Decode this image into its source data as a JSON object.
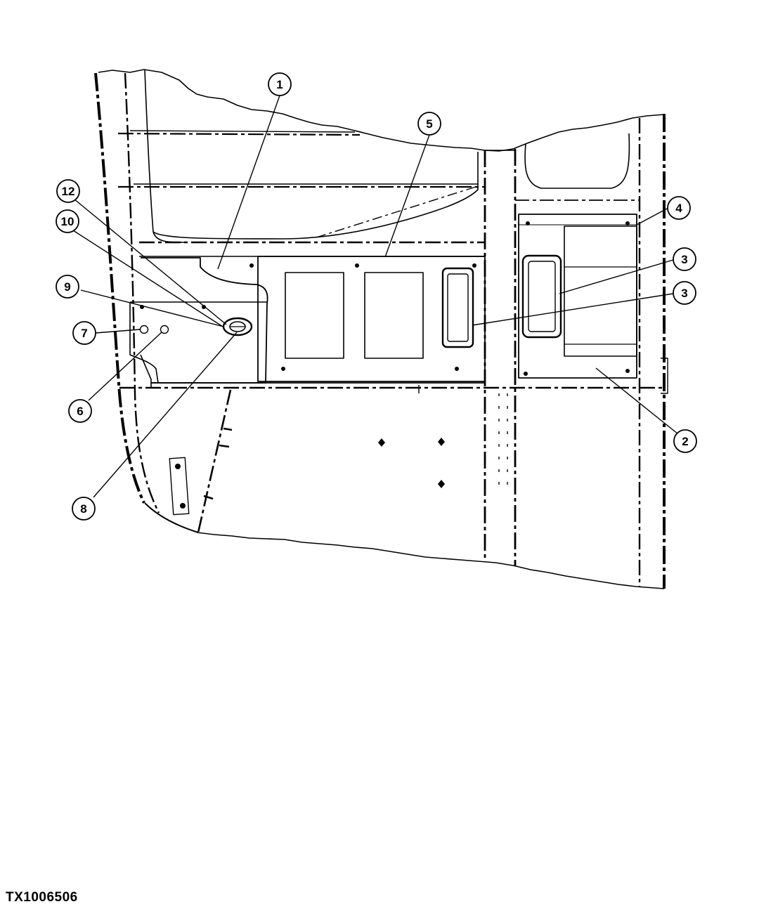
{
  "figure_id": "TX1006506",
  "callouts": [
    {
      "id": "c1",
      "label": "1"
    },
    {
      "id": "c5",
      "label": "5"
    },
    {
      "id": "c12",
      "label": "12"
    },
    {
      "id": "c10",
      "label": "10"
    },
    {
      "id": "c4",
      "label": "4"
    },
    {
      "id": "c3a",
      "label": "3"
    },
    {
      "id": "c3b",
      "label": "3"
    },
    {
      "id": "c9",
      "label": "9"
    },
    {
      "id": "c7",
      "label": "7"
    },
    {
      "id": "c6",
      "label": "6"
    },
    {
      "id": "c2",
      "label": "2"
    },
    {
      "id": "c8",
      "label": "8"
    }
  ],
  "colors": {
    "ink": "#000000",
    "paper": "#ffffff"
  }
}
